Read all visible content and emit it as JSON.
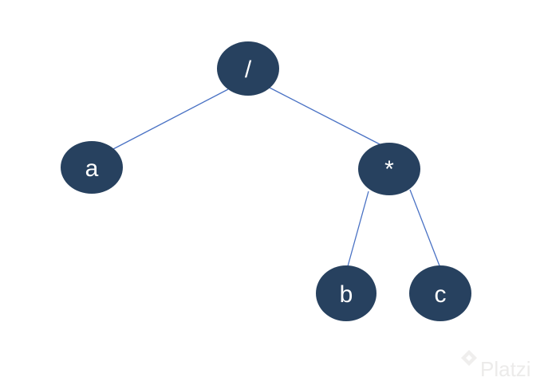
{
  "tree": {
    "nodes": [
      {
        "id": "root",
        "label": "/"
      },
      {
        "id": "a",
        "label": "a"
      },
      {
        "id": "mul",
        "label": "*"
      },
      {
        "id": "b",
        "label": "b"
      },
      {
        "id": "c",
        "label": "c"
      }
    ],
    "edges": [
      {
        "from": "root",
        "to": "a"
      },
      {
        "from": "root",
        "to": "mul"
      },
      {
        "from": "mul",
        "to": "b"
      },
      {
        "from": "mul",
        "to": "c"
      }
    ],
    "node_color": "#27415f",
    "edge_color": "#4a72c4",
    "label_color": "#ffffff"
  },
  "watermark": {
    "text": "Platzi",
    "color": "#ecebea"
  }
}
